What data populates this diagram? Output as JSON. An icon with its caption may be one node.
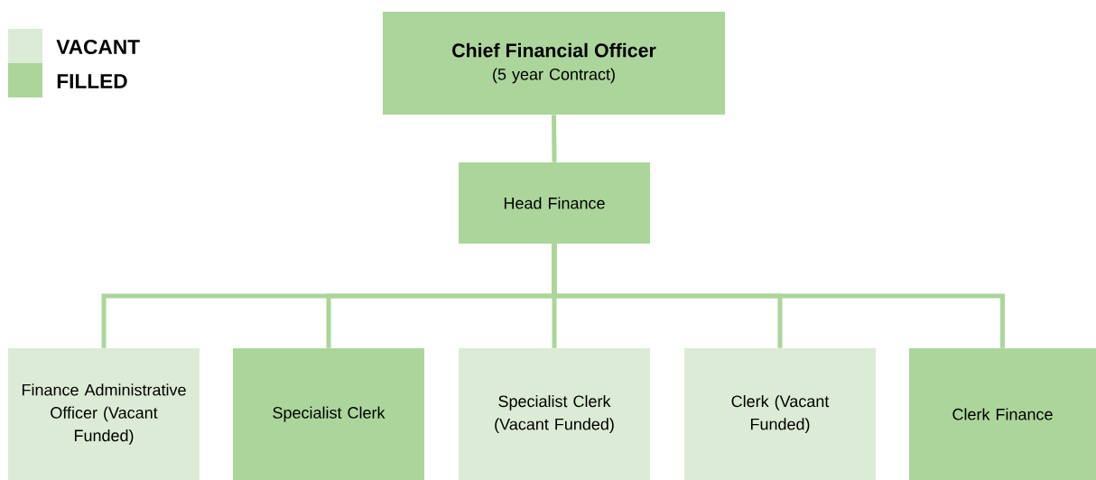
{
  "diagram": {
    "nodes": [
      {
        "text": [
          "Chief Financial Officer",
          "(5 year Contract)"
        ]
      },
      {
        "text": [
          "Head Finance"
        ]
      },
      {
        "text": [
          "Finance Administrative Officer (Vacant Funded)"
        ]
      },
      {
        "text": [
          "Specialist Clerk"
        ]
      },
      {
        "text": [
          "Specialist Clerk (Vacant Funded)"
        ]
      },
      {
        "text": [
          "Clerk (Vacant Funded)"
        ]
      },
      {
        "text": [
          "Clerk Finance"
        ]
      }
    ],
    "edges": [
      {
        "from": 0,
        "to": 1,
        "arrow": "none"
      },
      {
        "from": 1,
        "to": 2,
        "arrow": "none"
      },
      {
        "from": 1,
        "to": 3,
        "arrow": "none"
      },
      {
        "from": 1,
        "to": 4,
        "arrow": "none"
      },
      {
        "from": 1,
        "to": 5,
        "arrow": "none"
      },
      {
        "from": 1,
        "to": 6,
        "arrow": "none"
      }
    ],
    "legend": [
      {
        "text": "VACANT",
        "color": "#dcebd5"
      },
      {
        "text": "FILLED",
        "color": "#acd59b"
      }
    ]
  }
}
